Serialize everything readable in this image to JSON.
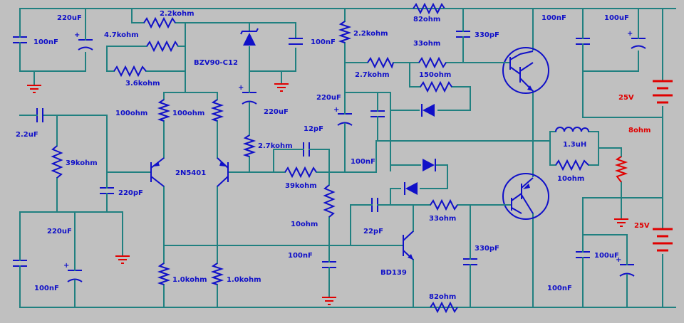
{
  "labels": {
    "c_100nf_tl": "100nF",
    "c_220uf_tl": "220uF",
    "r_22k_top": "2.2kohm",
    "r_47k": "4.7kohm",
    "r_36k": "3.6kohm",
    "zener": "BZV90-C12",
    "c_100nf_z": "100nF",
    "r_22k_mid": "2.2kohm",
    "r_82_top": "82ohm",
    "c_330pf_top": "330pF",
    "r_33_top": "33ohm",
    "r_27k_mid": "2.7kohm",
    "r_150": "150ohm",
    "c_100nf_tr": "100nF",
    "c_100uf_tr": "100uF",
    "v_top": "25V",
    "load": "8ohm",
    "c_22uf_in": "2.2uF",
    "r_100_a": "100ohm",
    "r_100_b": "100ohm",
    "c_220uf_z": "220uF",
    "c_220uf_mid": "220uF",
    "r_39k_in": "39kohm",
    "q_pair": "2N5401",
    "r_27k_fb": "2.7kohm",
    "c_12pf": "12pF",
    "ind": "1.3uH",
    "r_10_out": "10ohm",
    "c_100nf_fb": "100nF",
    "r_39k_fb": "39kohm",
    "c_220pf": "220pF",
    "r_10_mid": "10ohm",
    "c_22pf": "22pF",
    "r_33_bot": "33ohm",
    "c_330pf_bot": "330pF",
    "v_bot": "25V",
    "c_220uf_bl": "220uF",
    "c_100nf_gnd": "100nF",
    "c_100uf_br": "100uF",
    "c_100nf_bl": "100nF",
    "r_1k_a": "1.0kohm",
    "r_1k_b": "1.0kohm",
    "q_vas": "BD139",
    "c_100nf_br": "100nF",
    "r_82_bot": "82ohm"
  },
  "colors": {
    "background": "#c0c0c0",
    "wire": "#208080",
    "component": "#1010c8",
    "highlight": "#e00000"
  }
}
